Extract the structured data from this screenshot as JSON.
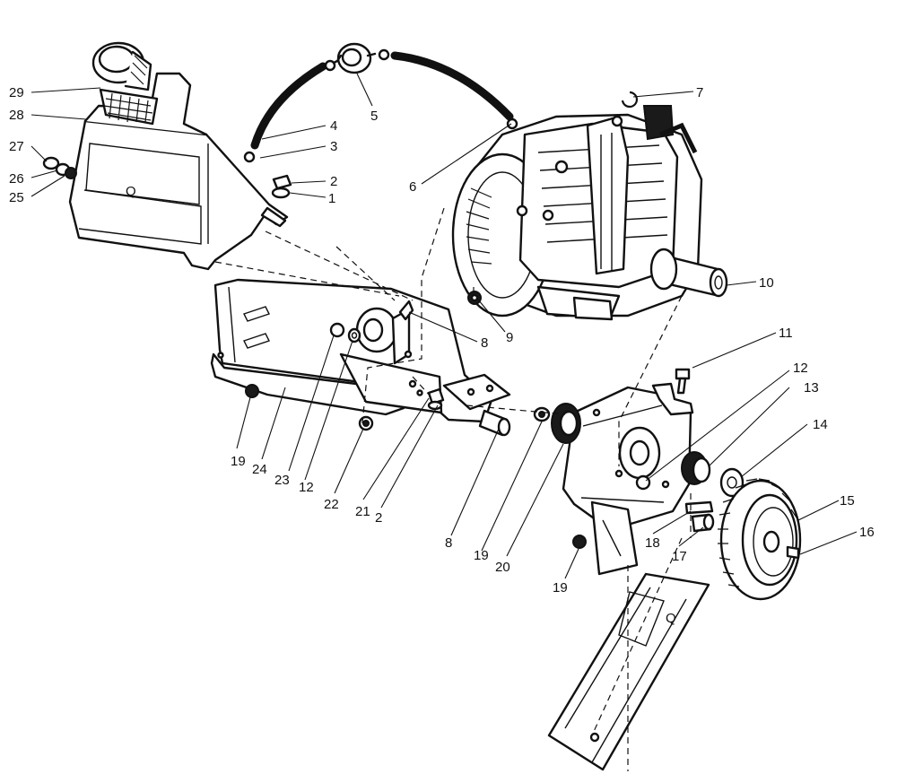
{
  "diagram": {
    "callouts": [
      "1",
      "2",
      "3",
      "4",
      "5",
      "6",
      "7",
      "8",
      "9",
      "10",
      "11",
      "12",
      "13",
      "14",
      "15",
      "16",
      "17",
      "18",
      "19",
      "20",
      "21",
      "22",
      "23",
      "24",
      "25",
      "26",
      "27",
      "28",
      "29"
    ]
  },
  "colors": {
    "ink": "#111111",
    "paper": "#ffffff"
  }
}
